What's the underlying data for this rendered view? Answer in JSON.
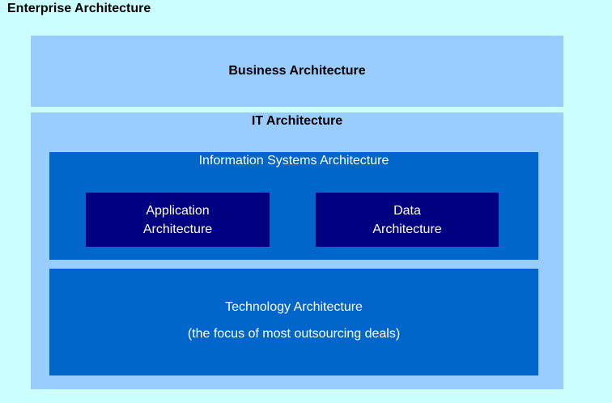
{
  "page_title": "Enterprise Architecture",
  "business": {
    "label": "Business Architecture"
  },
  "it": {
    "label": "IT Architecture",
    "information_systems": {
      "label": "Information Systems Architecture",
      "application": {
        "line1": "Application",
        "line2": "Architecture"
      },
      "data": {
        "line1": "Data",
        "line2": "Architecture"
      }
    },
    "technology": {
      "label": "Technology Architecture",
      "note": "(the focus of most outsourcing deals)"
    }
  },
  "colors": {
    "background": "#ccffff",
    "light_box": "#99ccff",
    "mid_box": "#0066cc",
    "dark_box": "#000080"
  }
}
